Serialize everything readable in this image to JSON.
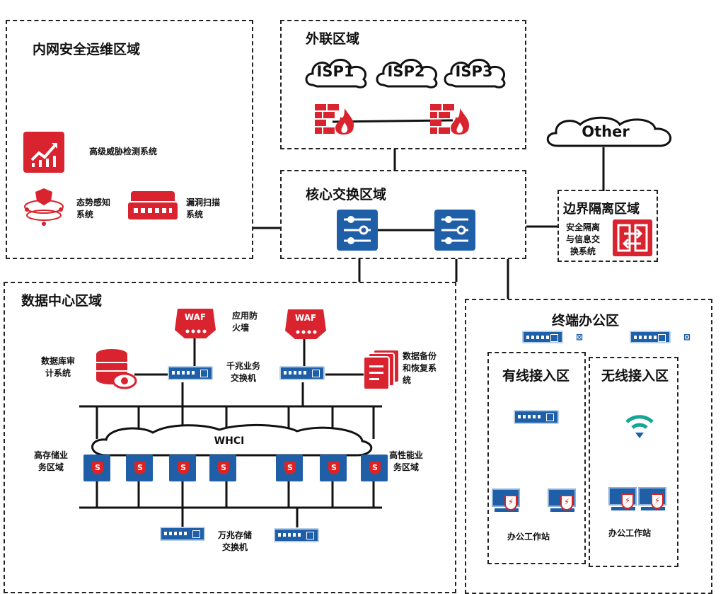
{
  "zones": {
    "intranet_ops": {
      "title": "内网安全运维区域",
      "threat_detection": "高级威胁检测系统",
      "situation_awareness": "态势感知\n系统",
      "vuln_scan": "漏洞扫描\n系统"
    },
    "external": {
      "title": "外联区域",
      "isp": [
        "ISP1",
        "ISP2",
        "ISP3"
      ]
    },
    "core": {
      "title": "核心交换区域"
    },
    "other_cloud": "Other",
    "border": {
      "title": "边界隔离区域",
      "system": "安全隔离\n与信息交\n换系统"
    },
    "datacenter": {
      "title": "数据中心区域",
      "waf_badge": "WAF",
      "waf_label": "应用防\n火墙",
      "db_audit": "数据库审\n计系统",
      "gigabit_switch": "千兆业务\n交换机",
      "backup": "数据备份\n和恢复系\n统",
      "whci": "WHCI",
      "high_storage": "高存储业\n务区域",
      "high_perf": "高性能业\n务区域",
      "tengig_switch": "万兆存储\n交换机"
    },
    "office": {
      "title": "终端办公区",
      "wired_title": "有线接入区",
      "wireless_title": "无线接入区",
      "workstation": "办公工作站"
    }
  },
  "colors": {
    "red": "#d9232e",
    "blue": "#1f5fa8",
    "line": "#111111"
  }
}
